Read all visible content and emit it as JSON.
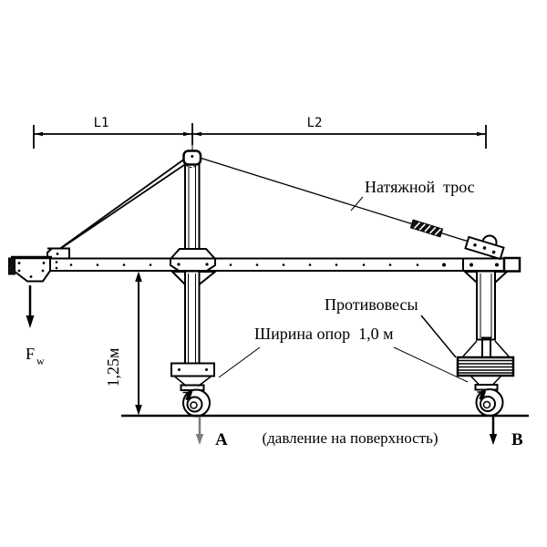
{
  "dimension_labels": {
    "l1": "L1",
    "l2": "L2",
    "height": "1,25м"
  },
  "annotations": {
    "tension_cable": "Натяжной  трос",
    "counterweights": "Противовесы",
    "support_width": "Ширина опор  1,0 м",
    "surface_pressure": "(давление на поверхность)"
  },
  "force": {
    "symbol": "F",
    "subscript": "w"
  },
  "reaction_points": {
    "a": "A",
    "b": "B"
  },
  "colors": {
    "line": "#000000",
    "gray_arrow": "#7d7d7d",
    "background": "#ffffff"
  }
}
